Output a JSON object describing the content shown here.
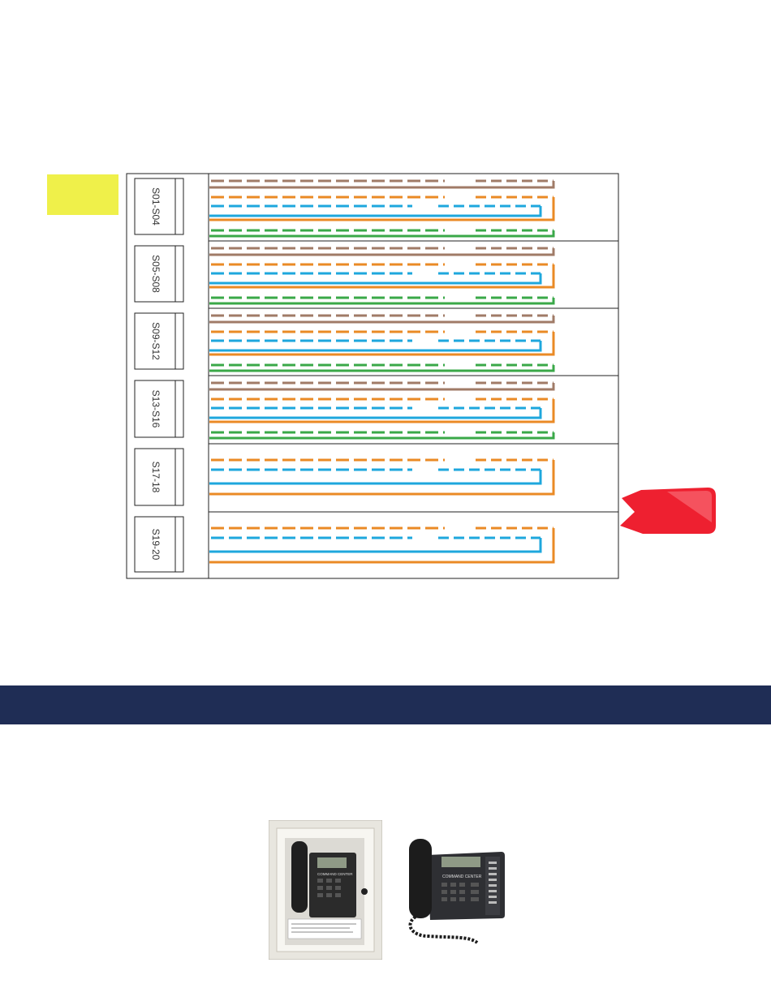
{
  "colors": {
    "brown": "#a07b67",
    "orange": "#ea8a25",
    "blue": "#1ea7dd",
    "green": "#3aa848",
    "yellow_tab": "#eff04a",
    "navy_band": "#1f2d55",
    "callout_red": "#ee2030",
    "border": "#222222"
  },
  "segments": [
    {
      "label": "S01-S04",
      "pairs": [
        "brown",
        "orange",
        "blue",
        "green"
      ]
    },
    {
      "label": "S05-S08",
      "pairs": [
        "brown",
        "orange",
        "blue",
        "green"
      ]
    },
    {
      "label": "S09-S12",
      "pairs": [
        "brown",
        "orange",
        "blue",
        "green"
      ]
    },
    {
      "label": "S13-S16",
      "pairs": [
        "brown",
        "orange",
        "blue",
        "green"
      ]
    },
    {
      "label": "S17-18",
      "pairs": [
        "orange",
        "blue"
      ]
    },
    {
      "label": "S19-20",
      "pairs": [
        "orange",
        "blue"
      ]
    }
  ],
  "icons": {
    "callout": "red-flag-callout-icon",
    "cabinet": "wall-cabinet-phone-icon",
    "desk_phone": "desk-phone-icon"
  },
  "photos": {
    "cabinet_brand": "COMMAND CENTER",
    "desk_brand": "COMMAND CENTER"
  }
}
